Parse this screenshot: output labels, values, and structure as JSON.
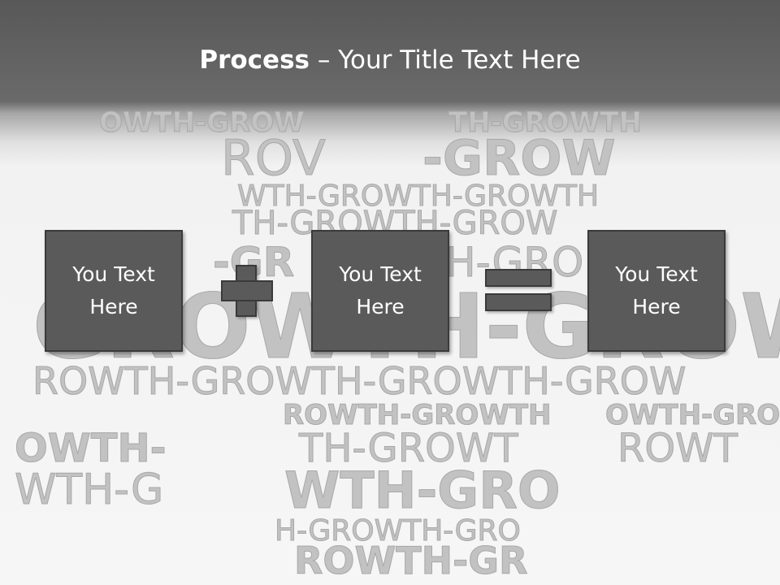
{
  "slide": {
    "title_strong": "Process",
    "title_rest": " – Your Title Text Here",
    "boxes": [
      {
        "line1": "You Text",
        "line2": "Here"
      },
      {
        "line1": "You Text",
        "line2": "Here"
      },
      {
        "line1": "You Text",
        "line2": "Here"
      }
    ],
    "operators": [
      "plus",
      "equals"
    ]
  },
  "watermark": {
    "word": "GROWTH",
    "color": "#c2c2c2",
    "fragments": [
      "OWTH-GROW",
      "TH-GROWTH",
      "ROV",
      "-GROW",
      "WTH-GROWTH-GROWTH",
      "TH-GROWTH-GROW",
      "-GR",
      "H-GRO",
      "GROWTH-GROW",
      "ROWTH-GROWTH-GROWTH-GROW",
      "ROWTH-GROWTH",
      "OWTH-GRO",
      "OWTH-",
      "TH-GROWT",
      "ROWT",
      "WTH-G",
      "WTH-GRO",
      "H-GROWTH-GRO",
      "ROWTH-GR"
    ]
  },
  "colors": {
    "box_fill": "#5a5a5a",
    "box_border": "#3a3a3a",
    "title_bar": "#5a5a5a",
    "text": "#ffffff"
  }
}
